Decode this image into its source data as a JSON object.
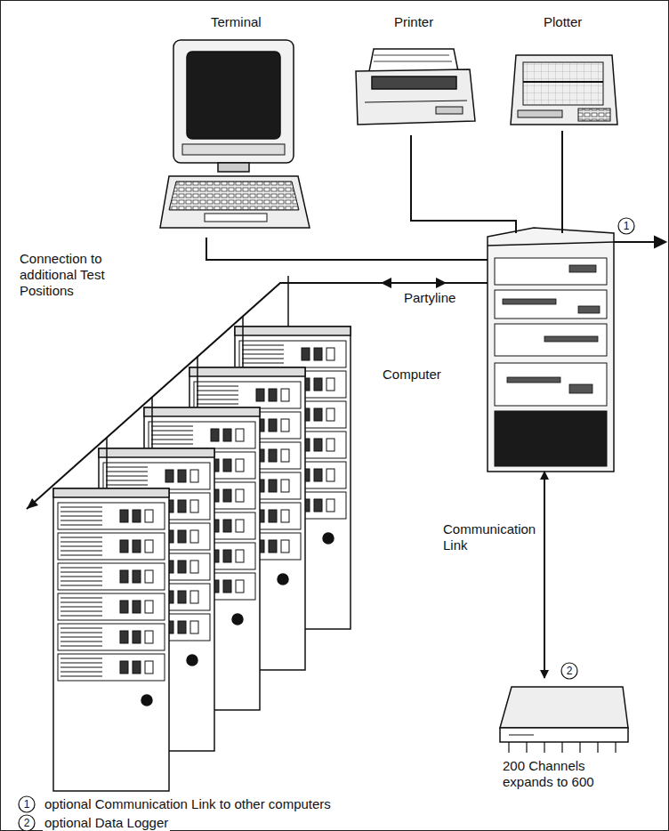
{
  "diagram": {
    "nodes": [
      {
        "text": [
          "Terminal"
        ]
      },
      {
        "text": [
          "Printer"
        ]
      },
      {
        "text": [
          "Plotter"
        ]
      },
      {
        "text": [
          "Computer"
        ]
      },
      {
        "text": [
          "200 Channels expands to 600"
        ]
      }
    ],
    "edges": [
      {
        "from": 0,
        "to": 3,
        "arrow": "none"
      },
      {
        "from": 1,
        "to": 3,
        "arrow": "none"
      },
      {
        "from": 2,
        "to": 3,
        "arrow": "none"
      },
      {
        "from": 3,
        "to": 4,
        "label": "Communication Link",
        "arrow": "both"
      }
    ],
    "labels": [
      "Partyline",
      "Connection to additional Test Positions",
      "1",
      "2",
      "1",
      "optional Communication Link to other computers",
      "2",
      "optional Data Logger"
    ]
  }
}
